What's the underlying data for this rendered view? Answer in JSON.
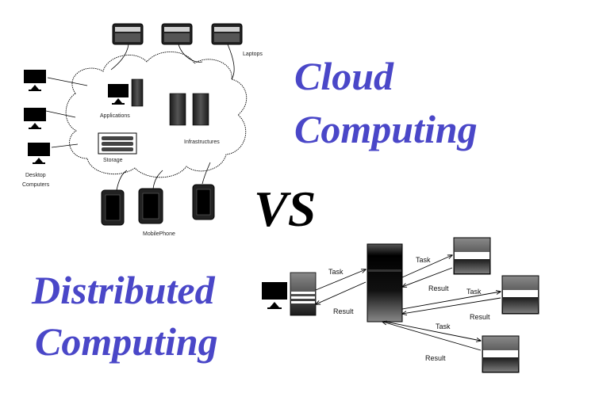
{
  "headline": {
    "cloud_line1": "Cloud",
    "cloud_line2": "Computing",
    "vs": "VS",
    "distributed_line1": "Distributed",
    "distributed_line2": "Computing"
  },
  "cloud_diagram": {
    "laptops_label": "Laptops",
    "applications_label": "Applications",
    "storage_label": "Storage",
    "infrastructure_label": "Infrastructures",
    "desktop_label_line1": "Desktop",
    "desktop_label_line2": "Computers",
    "mobile_label": "MobilePhone"
  },
  "distributed_diagram": {
    "task_label": "Task",
    "result_label": "Result"
  },
  "colors": {
    "headline": "#4a47c8",
    "device_dark": "#111111"
  }
}
